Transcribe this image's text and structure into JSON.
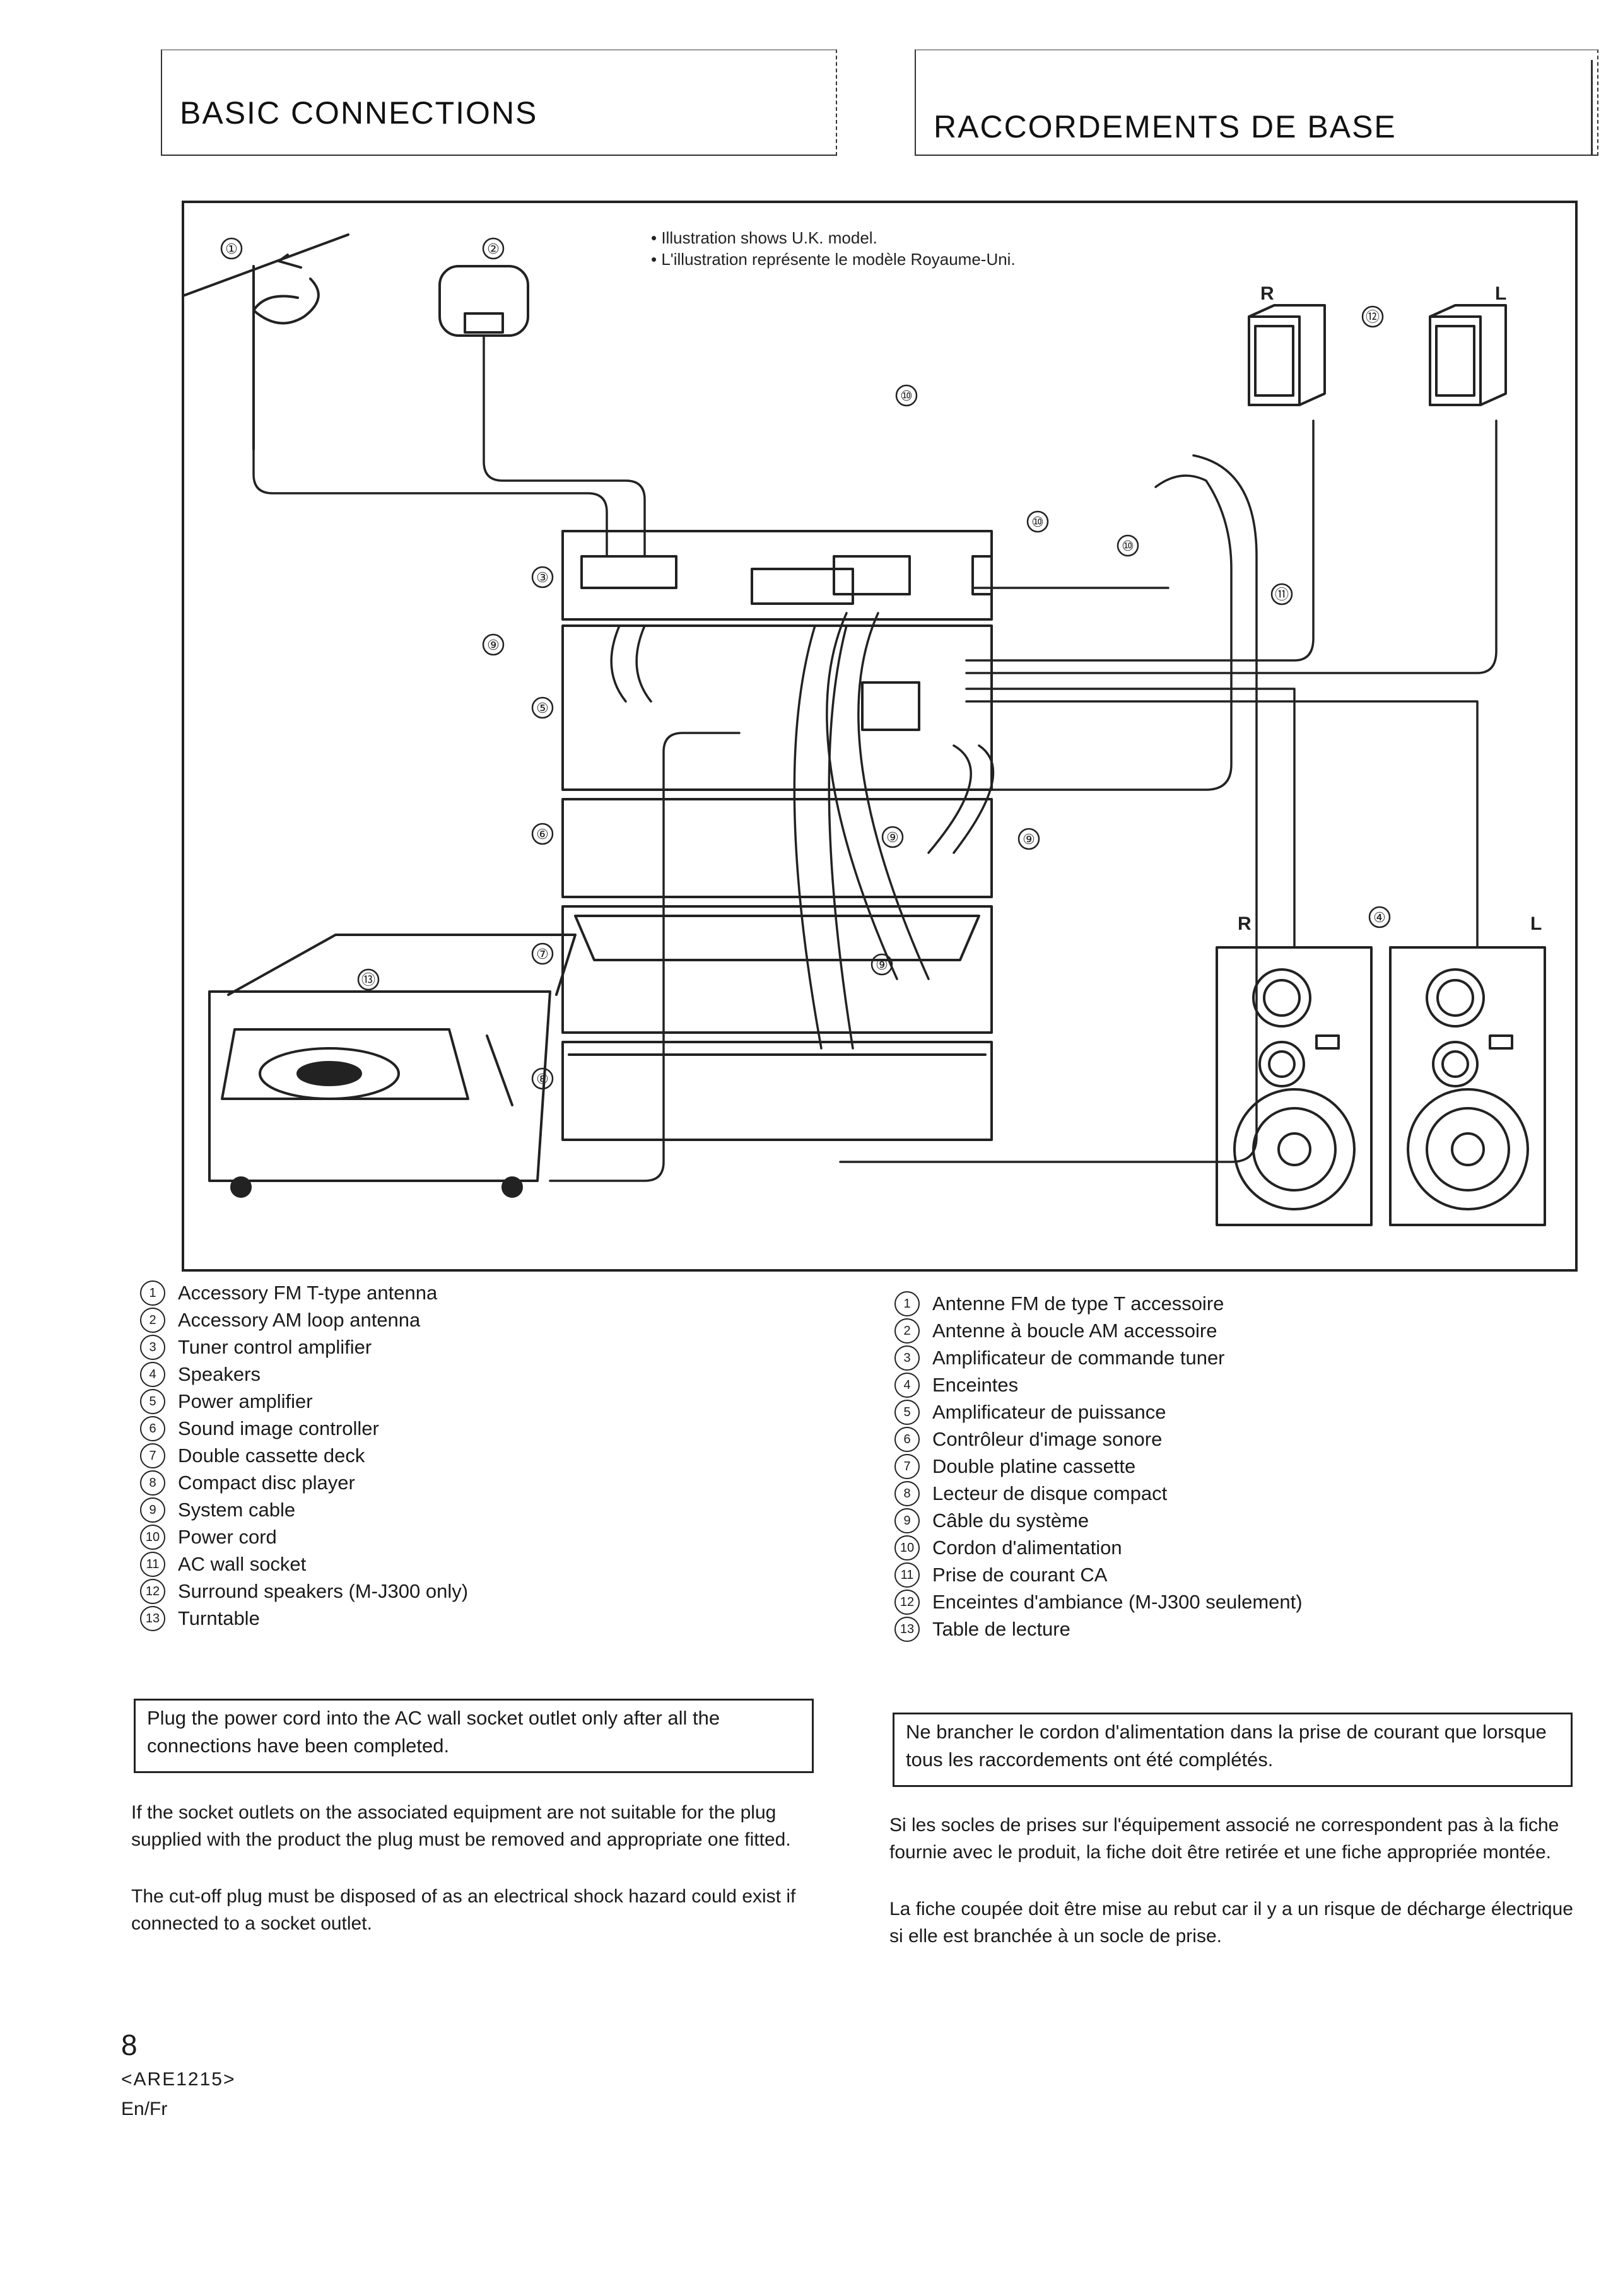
{
  "header": {
    "title_en": "BASIC CONNECTIONS",
    "title_fr": "RACCORDEMENTS DE BASE"
  },
  "diagram": {
    "notes": [
      "• Illustration shows U.K. model.",
      "• L'illustration représente le modèle Royaume-Uni."
    ],
    "side_labels": {
      "right": "R",
      "left": "L"
    },
    "callouts": [
      "①",
      "②",
      "③",
      "④",
      "⑤",
      "⑥",
      "⑦",
      "⑧",
      "⑨",
      "⑩",
      "⑪",
      "⑫",
      "⑬"
    ]
  },
  "legend_en": [
    {
      "num": "1",
      "text": "Accessory FM T-type antenna"
    },
    {
      "num": "2",
      "text": "Accessory AM loop antenna"
    },
    {
      "num": "3",
      "text": "Tuner control amplifier"
    },
    {
      "num": "4",
      "text": "Speakers"
    },
    {
      "num": "5",
      "text": "Power amplifier"
    },
    {
      "num": "6",
      "text": "Sound image controller"
    },
    {
      "num": "7",
      "text": "Double cassette deck"
    },
    {
      "num": "8",
      "text": "Compact disc player"
    },
    {
      "num": "9",
      "text": "System cable"
    },
    {
      "num": "10",
      "text": "Power cord"
    },
    {
      "num": "11",
      "text": "AC wall socket"
    },
    {
      "num": "12",
      "text": "Surround speakers (M-J300 only)"
    },
    {
      "num": "13",
      "text": "Turntable"
    }
  ],
  "legend_fr": [
    {
      "num": "1",
      "text": "Antenne FM de type T accessoire"
    },
    {
      "num": "2",
      "text": "Antenne à boucle AM accessoire"
    },
    {
      "num": "3",
      "text": "Amplificateur de commande tuner"
    },
    {
      "num": "4",
      "text": "Enceintes"
    },
    {
      "num": "5",
      "text": "Amplificateur de puissance"
    },
    {
      "num": "6",
      "text": "Contrôleur d'image sonore"
    },
    {
      "num": "7",
      "text": "Double platine cassette"
    },
    {
      "num": "8",
      "text": "Lecteur de disque compact"
    },
    {
      "num": "9",
      "text": "Câble du système"
    },
    {
      "num": "10",
      "text": "Cordon d'alimentation"
    },
    {
      "num": "11",
      "text": "Prise de courant CA"
    },
    {
      "num": "12",
      "text": "Enceintes d'ambiance (M-J300 seulement)"
    },
    {
      "num": "13",
      "text": "Table de lecture"
    }
  ],
  "warning_en": "Plug the power cord into the AC wall socket outlet only after all the connections have been completed.",
  "warning_fr": "Ne brancher le cordon d'alimentation dans la prise de courant que lorsque tous les raccordements ont été complétés.",
  "para_en_1": "If the socket outlets on the associated equipment are not suitable for the plug supplied with the product the plug must be removed and appropriate one fitted.",
  "para_en_2": "The cut-off plug must be disposed of as an electrical shock hazard could exist if connected to a socket outlet.",
  "para_fr_1": "Si les socles de prises sur l'équipement associé ne correspondent pas à la fiche fournie avec le produit, la fiche doit être retirée et une fiche appropriée montée.",
  "para_fr_2": "La fiche coupée doit être mise au rebut car il y a un risque de décharge électrique si elle est branchée à un socle de prise.",
  "footer": {
    "page": "8",
    "code": "<ARE1215>",
    "lang": "En/Fr"
  }
}
